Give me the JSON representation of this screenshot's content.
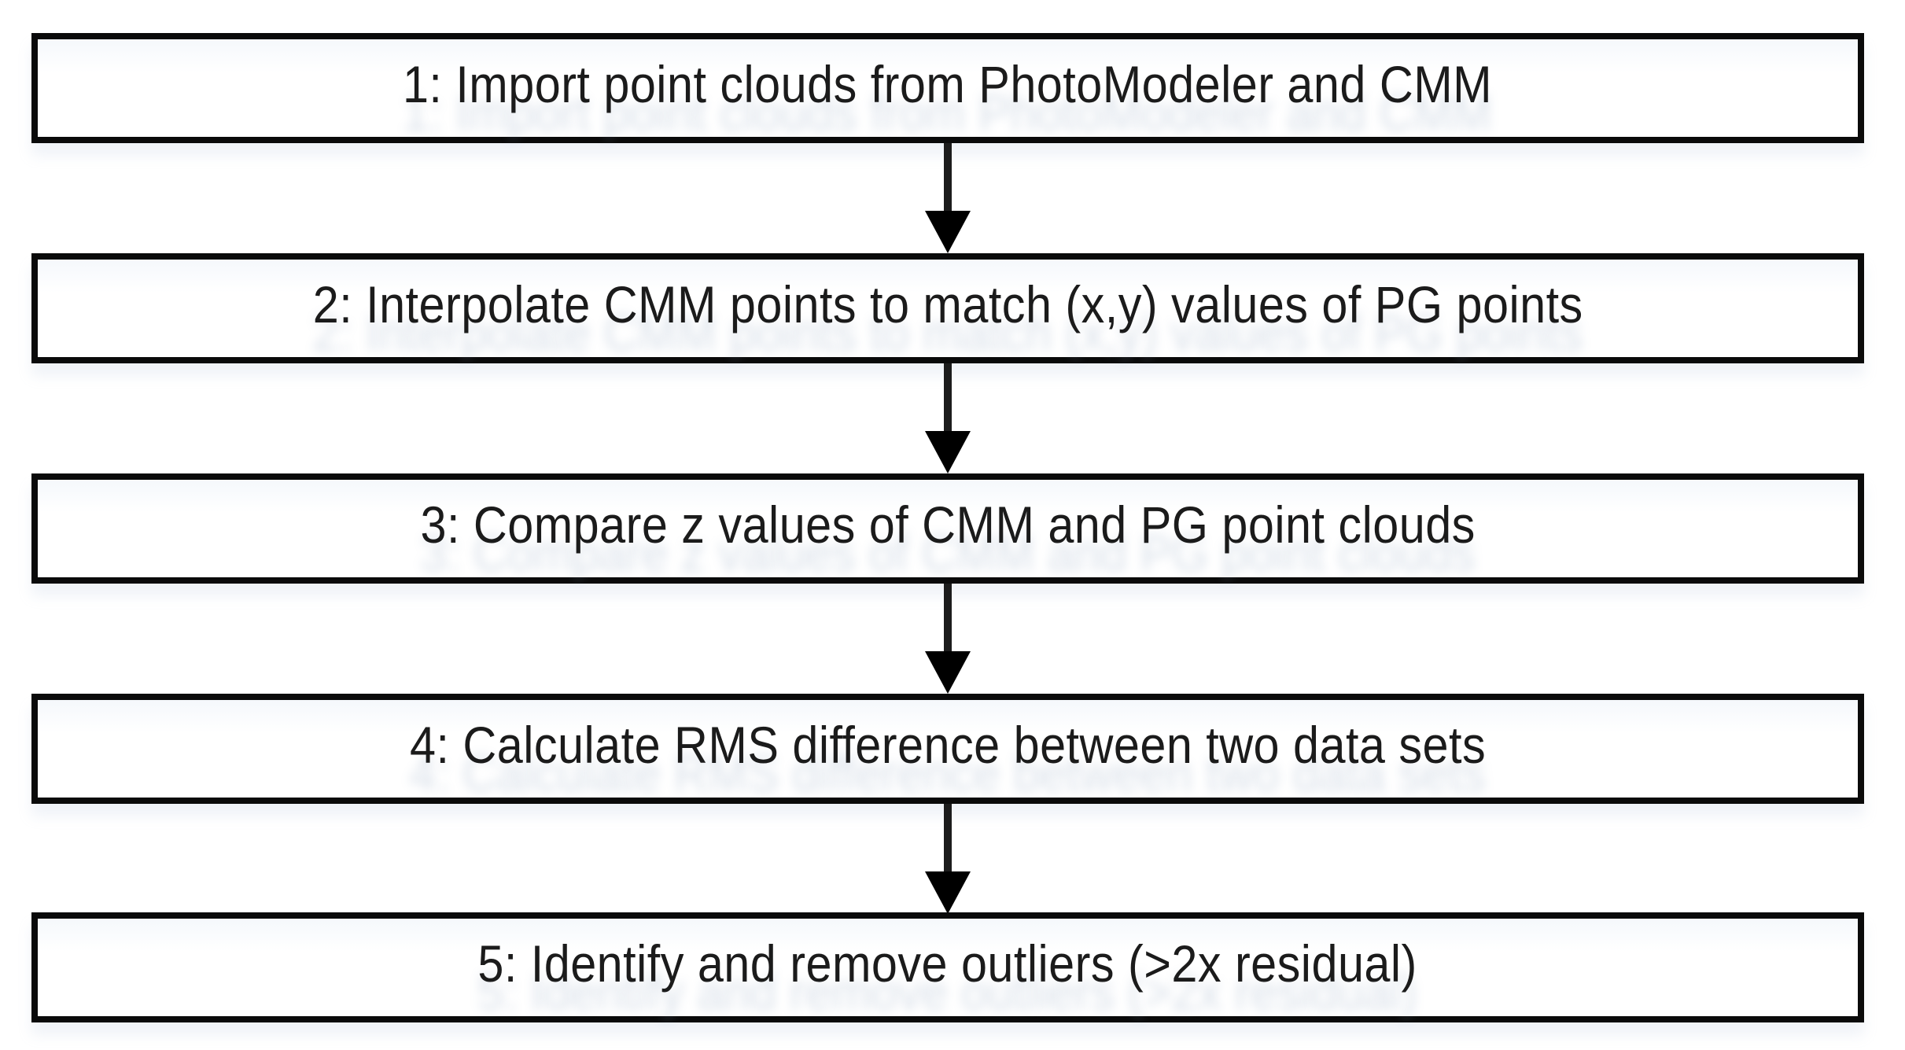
{
  "flowchart": {
    "description": "Five-step vertical process flowchart connected by downward arrows",
    "steps": [
      {
        "id": "1",
        "label": "1: Import point clouds from PhotoModeler and CMM"
      },
      {
        "id": "2",
        "label": "2: Interpolate CMM points to match (x,y) values of PG points"
      },
      {
        "id": "3",
        "label": "3: Compare z values of CMM and PG point clouds"
      },
      {
        "id": "4",
        "label": "4: Calculate RMS difference between two data sets"
      },
      {
        "id": "5",
        "label": "5: Identify and remove outliers (>2x residual)"
      }
    ],
    "colors": {
      "background": "#ffffff",
      "box_fill": "#ffffff",
      "box_border": "#0a0a0a",
      "text": "#1b1b1b",
      "arrow": "#000000"
    }
  }
}
